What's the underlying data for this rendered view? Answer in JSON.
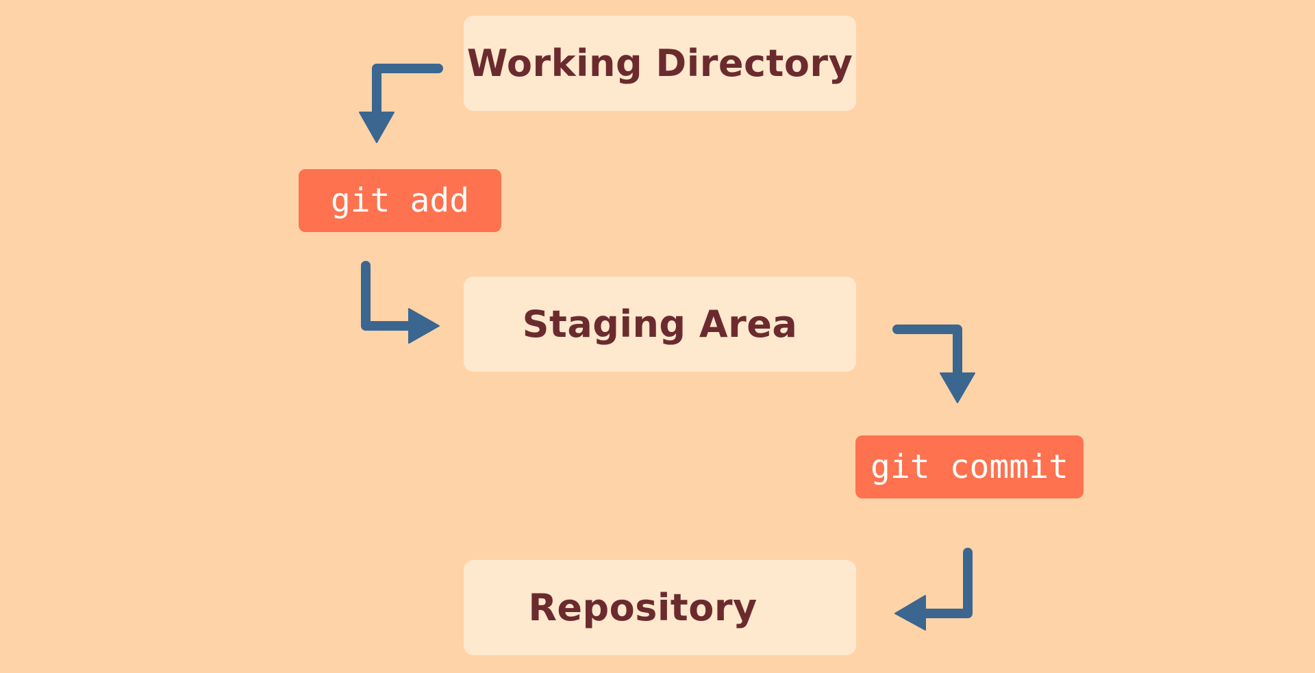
{
  "colors": {
    "background": "#FED3A8",
    "stage_fill": "#FEE8CE",
    "stage_text": "#6B2B2E",
    "command_fill": "#FE724F",
    "command_text": "#FFFFFF",
    "arrow": "#3A6690"
  },
  "stages": {
    "working_directory": "Working Directory",
    "staging_area": "Staging Area",
    "repository": "Repository"
  },
  "commands": {
    "add": "git add",
    "commit": "git commit"
  },
  "icons": [
    "arrow-down-icon",
    "arrow-right-icon",
    "arrow-down-icon",
    "arrow-left-icon"
  ]
}
